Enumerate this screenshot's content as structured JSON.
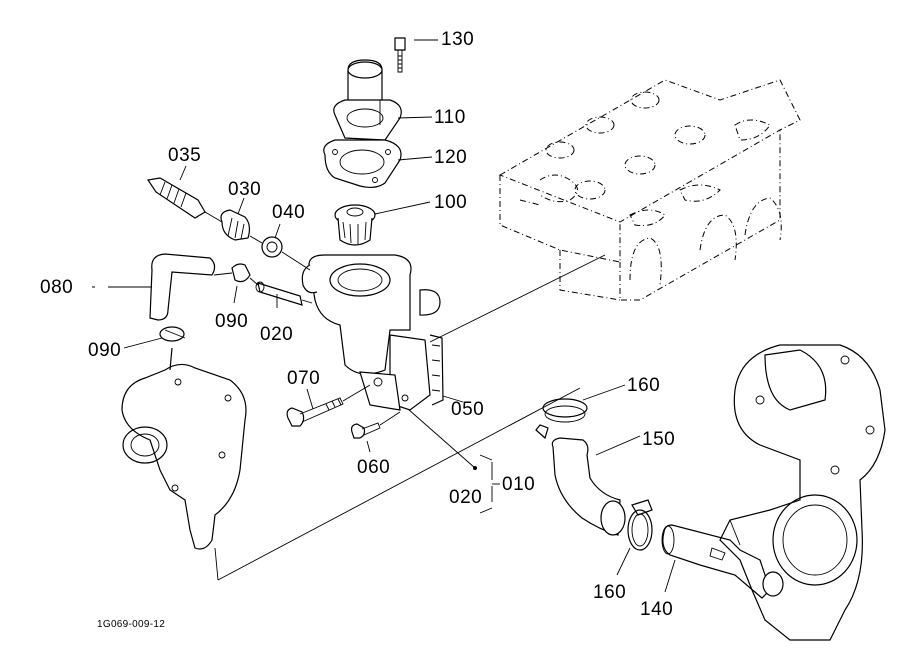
{
  "diagram": {
    "title": "Thermostat housing / water pipe exploded parts diagram",
    "drawing_code": "1G069-009-12",
    "callouts": [
      {
        "id": "130",
        "part": "bolt"
      },
      {
        "id": "110",
        "part": "thermostat cover"
      },
      {
        "id": "120",
        "part": "gasket"
      },
      {
        "id": "100",
        "part": "thermostat"
      },
      {
        "id": "035",
        "part": "thermo sensor"
      },
      {
        "id": "030",
        "part": "adaptor"
      },
      {
        "id": "040",
        "part": "washer"
      },
      {
        "id": "080",
        "part": "hose"
      },
      {
        "id": "090a",
        "label": "090",
        "part": "hose clamp"
      },
      {
        "id": "020a",
        "label": "020",
        "part": "pipe"
      },
      {
        "id": "090b",
        "label": "090",
        "part": "hose clamp"
      },
      {
        "id": "070",
        "part": "bolt"
      },
      {
        "id": "050",
        "part": "gasket"
      },
      {
        "id": "060",
        "part": "bolt"
      },
      {
        "id": "020b",
        "label": "020",
        "part": "pipe"
      },
      {
        "id": "010",
        "part": "thermostat housing assembly"
      },
      {
        "id": "160a",
        "label": "160",
        "part": "hose clamp"
      },
      {
        "id": "150",
        "part": "hose"
      },
      {
        "id": "160b",
        "label": "160",
        "part": "hose clamp"
      },
      {
        "id": "140",
        "part": "water pipe"
      }
    ]
  }
}
